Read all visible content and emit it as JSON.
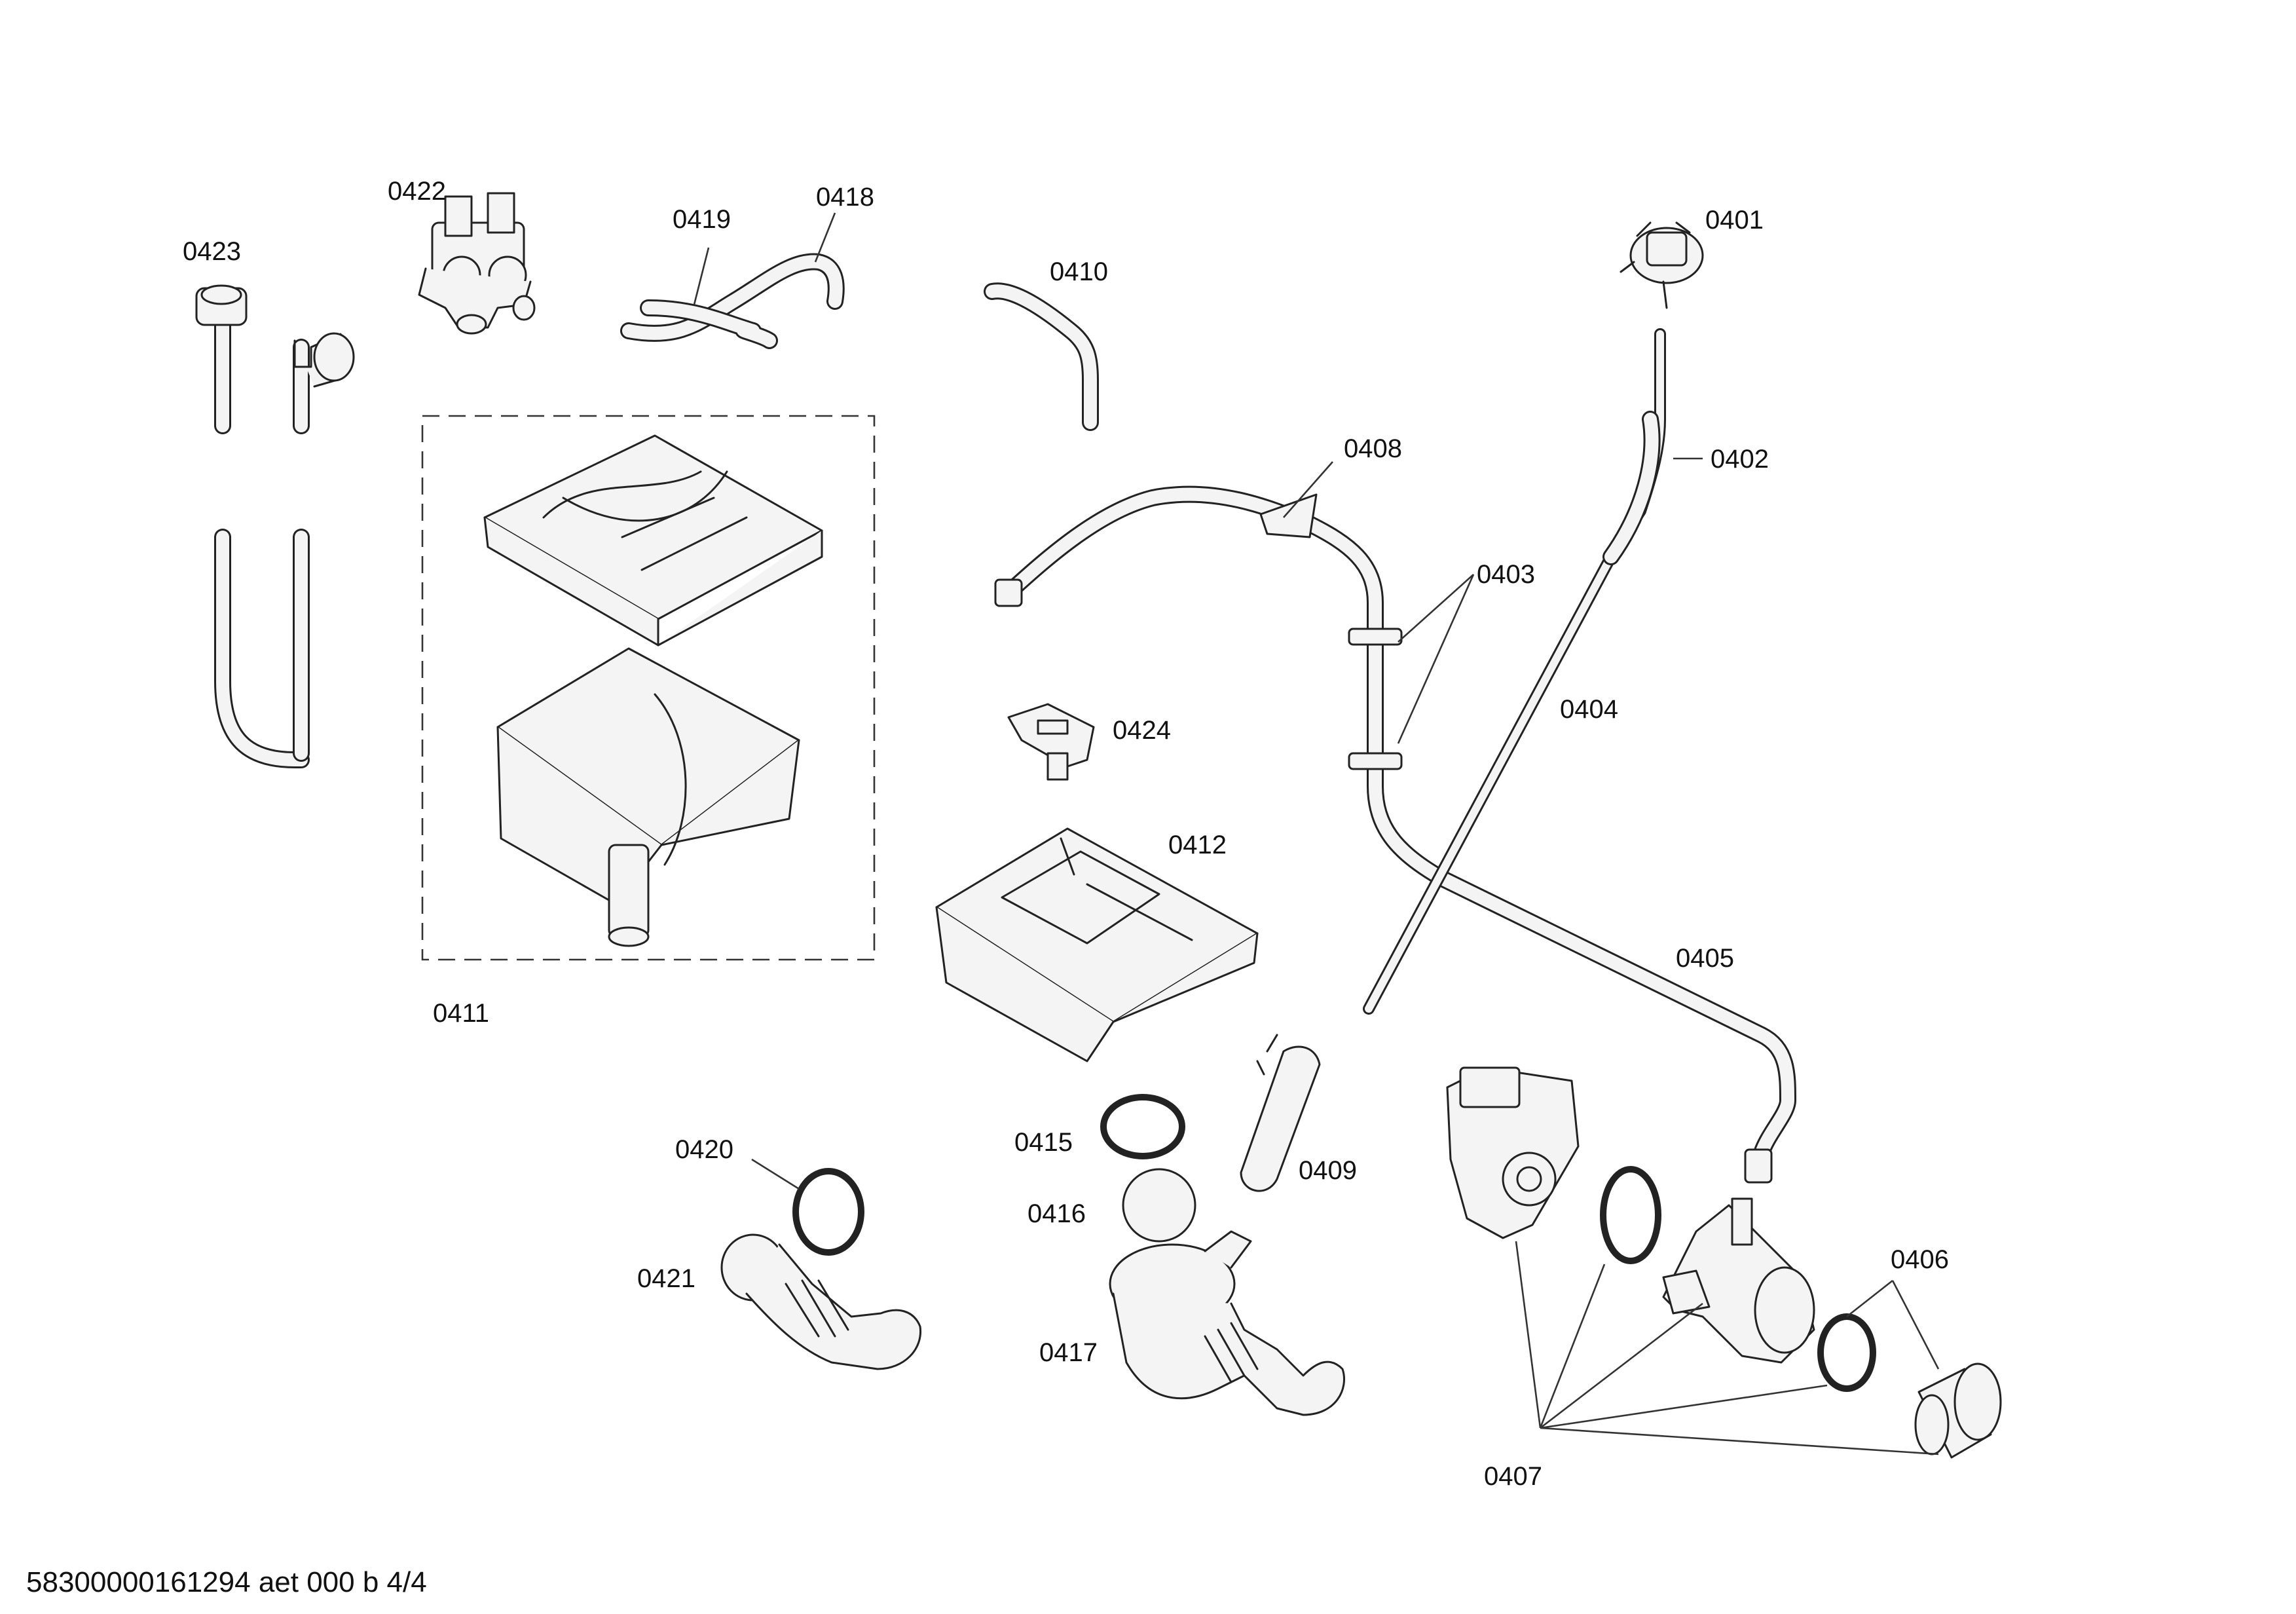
{
  "diagram": {
    "labels": {
      "p0401": "0401",
      "p0402": "0402",
      "p0403": "0403",
      "p0404": "0404",
      "p0405": "0405",
      "p0406": "0406",
      "p0407": "0407",
      "p0408": "0408",
      "p0409": "0409",
      "p0410": "0410",
      "p0411": "0411",
      "p0412": "0412",
      "p0415": "0415",
      "p0416": "0416",
      "p0417": "0417",
      "p0418": "0418",
      "p0419": "0419",
      "p0420": "0420",
      "p0421": "0421",
      "p0422": "0422",
      "p0423": "0423",
      "p0424": "0424"
    },
    "footer": "58300000161294 aet 000 b 4/4"
  }
}
